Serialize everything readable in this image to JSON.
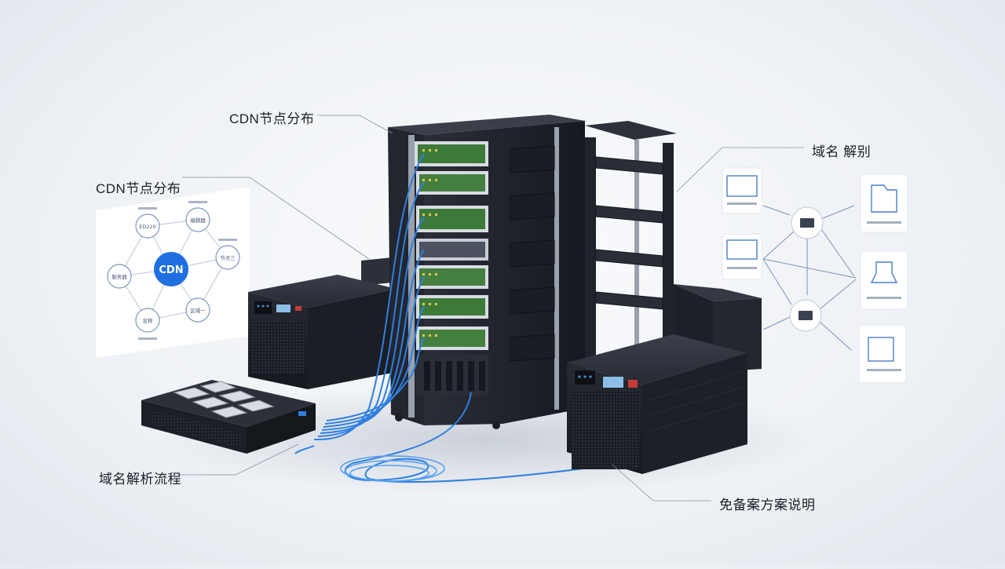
{
  "labels": {
    "top_center": "CDN节点分布",
    "left_panel": "CDN节点分布",
    "top_right": "域名 解别",
    "bottom_left": "域名解析流程",
    "bottom_right": "免备案方案说明"
  },
  "cdn_diagram": {
    "center": "CDN",
    "nodes": [
      "ED220",
      "编辑器",
      "节点三",
      "区域一",
      "名称",
      "服务器"
    ]
  },
  "colors": {
    "background": "#eef1f5",
    "rack": "#1f232b",
    "cable": "#2f7fe0",
    "cdn_core": "#1f6fe0"
  }
}
